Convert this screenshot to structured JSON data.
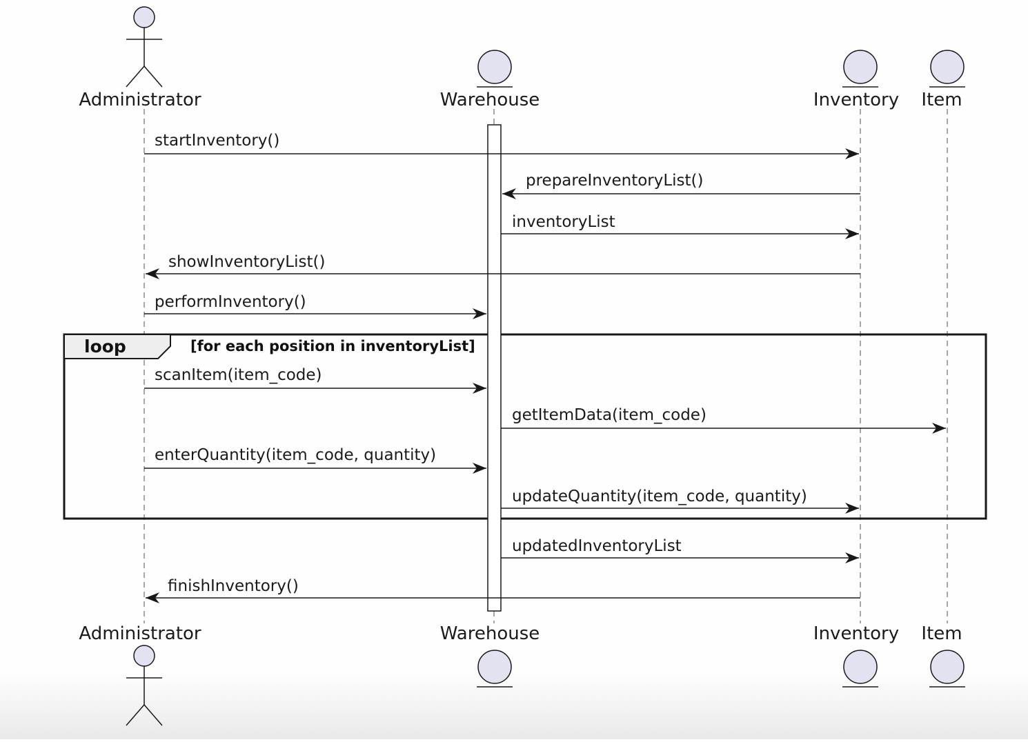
{
  "participants": [
    {
      "id": "admin",
      "label": "Administrator",
      "kind": "actor"
    },
    {
      "id": "warehouse",
      "label": "Warehouse",
      "kind": "entity"
    },
    {
      "id": "inventory",
      "label": "Inventory",
      "kind": "entity"
    },
    {
      "id": "item",
      "label": "Item",
      "kind": "entity"
    }
  ],
  "messages": [
    {
      "from": "admin",
      "to": "inventory",
      "label": "startInventory()"
    },
    {
      "from": "inventory",
      "to": "warehouse",
      "label": "prepareInventoryList()"
    },
    {
      "from": "warehouse",
      "to": "inventory",
      "label": "inventoryList"
    },
    {
      "from": "inventory",
      "to": "admin",
      "label": "showInventoryList()"
    },
    {
      "from": "admin",
      "to": "warehouse",
      "label": "performInventory()"
    },
    {
      "from": "admin",
      "to": "warehouse",
      "label": "scanItem(item_code)"
    },
    {
      "from": "warehouse",
      "to": "item",
      "label": "getItemData(item_code)"
    },
    {
      "from": "admin",
      "to": "warehouse",
      "label": "enterQuantity(item_code, quantity)"
    },
    {
      "from": "warehouse",
      "to": "inventory",
      "label": "updateQuantity(item_code, quantity)"
    },
    {
      "from": "warehouse",
      "to": "inventory",
      "label": "updatedInventoryList"
    },
    {
      "from": "inventory",
      "to": "admin",
      "label": "finishInventory()"
    }
  ],
  "loop": {
    "keyword": "loop",
    "guard": "[for each position in inventoryList]"
  },
  "colors": {
    "participant_fill": "#e2e2f0",
    "stroke": "#181818",
    "lifeline": "#888888",
    "loop_tab_fill": "#eeeeee",
    "activation_fill": "#ffffff"
  }
}
